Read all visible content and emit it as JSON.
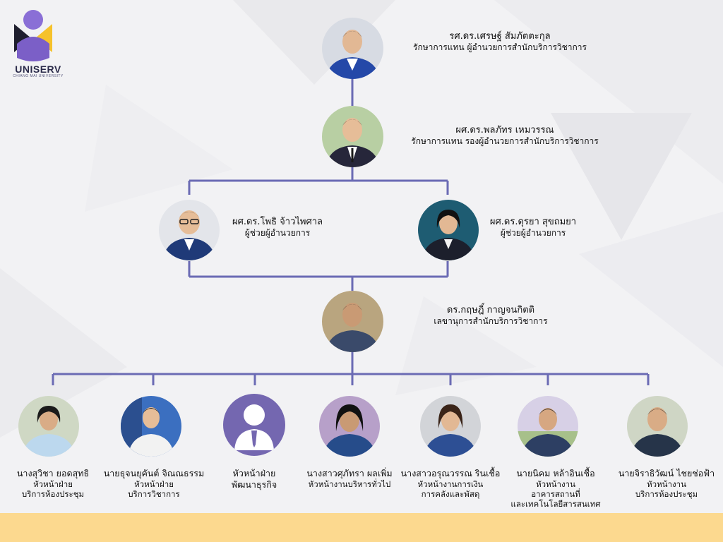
{
  "logo": {
    "name": "UNISERV",
    "subtitle": "CHIANG MAI UNIVERSITY",
    "colors": {
      "purple": "#7b5fc7",
      "yellow": "#f6c22b",
      "dark": "#2b2b4a"
    }
  },
  "colors": {
    "connector": "#6b6bb4",
    "footer": "#fcd98f",
    "background": "#f2f2f4",
    "placeholder_avatar": "#7467b0"
  },
  "people": {
    "director": {
      "name": "รศ.ดร.เศรษฐ์ สัมภัตตะกุล",
      "role": "รักษาการแทน ผู้อำนวยการสำนักบริการวิชาการ",
      "avatar": "person-photo"
    },
    "deputy": {
      "name": "ผศ.ดร.พลภัทร เหมวรรณ",
      "role": "รักษาการแทน รองผู้อำนวยการสำนักบริการวิชาการ",
      "avatar": "person-photo"
    },
    "assistant_left": {
      "name": "ผศ.ดร.โพธิ จ้าวไพศาล",
      "role": "ผู้ช่วยผู้อำนวยการ",
      "avatar": "person-photo"
    },
    "assistant_right": {
      "name": "ผศ.ดร.ดุรยา สุขถมยา",
      "role": "ผู้ช่วยผู้อำนวยการ",
      "avatar": "person-photo"
    },
    "secretary": {
      "name": "ดร.กฤษฎิ์ กาญจนกิตติ",
      "role": "เลขานุการสำนักบริการวิชาการ",
      "avatar": "person-photo"
    }
  },
  "staff": [
    {
      "name": "นางสุวิชา ยอดสุทธิ",
      "role_lines": [
        "หัวหน้าฝ่าย",
        "บริการห้องประชุม"
      ],
      "avatar": "person-photo"
    },
    {
      "name": "นายธุจนยุคันต์ จิณณธรรม",
      "role_lines": [
        "หัวหน้าฝ่าย",
        "บริการวิชาการ"
      ],
      "avatar": "person-photo"
    },
    {
      "name": "หัวหน้าฝ่าย",
      "role_lines": [
        "พัฒนาธุรกิจ"
      ],
      "avatar": "user-placeholder-icon"
    },
    {
      "name": "นางสาวศุภัทรา ผลเพิ่ม",
      "role_lines": [
        "หัวหน้างานบริหารทั่วไป"
      ],
      "avatar": "person-photo"
    },
    {
      "name": "นางสาวอรุณวรรณ รินเชื้อ",
      "role_lines": [
        "หัวหน้างานการเงิน",
        "การคลังและพัสดุ"
      ],
      "avatar": "person-photo"
    },
    {
      "name": "นายนิคม หล้าอินเชื้อ",
      "role_lines": [
        "หัวหน้างาน",
        "อาคารสถานที่",
        "และเทคโนโลยีสารสนเทศ"
      ],
      "avatar": "person-photo"
    },
    {
      "name": "นายจิราธิวัฒน์ ไชยช่อฟ้า",
      "role_lines": [
        "หัวหน้างาน",
        "บริการห้องประชุม"
      ],
      "avatar": "person-photo"
    }
  ]
}
